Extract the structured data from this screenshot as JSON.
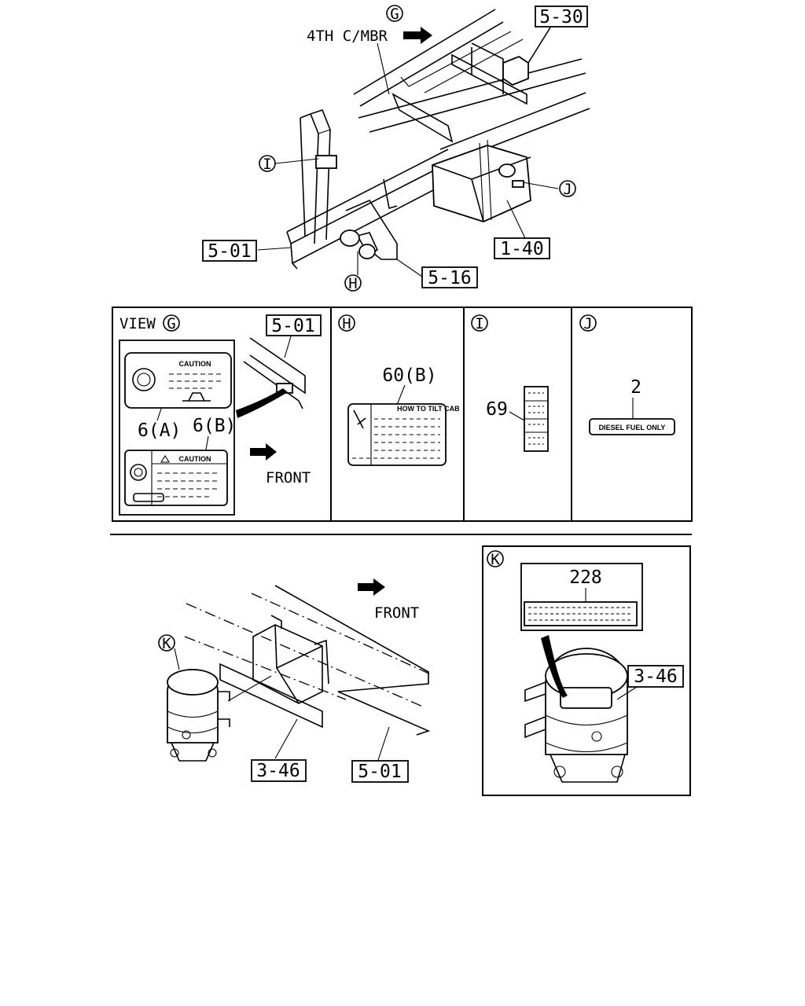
{
  "callouts": {
    "view_g_marker": "G",
    "member_label": "4TH C/MBR",
    "ref_5_30": "5-30",
    "marker_i": "I",
    "marker_j": "J",
    "ref_5_01_top": "5-01",
    "ref_1_40": "1-40",
    "marker_h": "H",
    "ref_5_16": "5-16"
  },
  "panels": {
    "view_g": {
      "title": "VIEW",
      "marker": "G",
      "ref": "5-01",
      "caution_a": "CAUTION",
      "caution_b": "CAUTION",
      "part_a": "6(A)",
      "part_b": "6(B)",
      "front": "FRONT"
    },
    "view_h": {
      "marker": "H",
      "part": "60(B)",
      "label_text": "HOW TO TILT CAB"
    },
    "view_i": {
      "marker": "I",
      "part": "69"
    },
    "view_j": {
      "marker": "J",
      "part": "2",
      "label_text": "DIESEL FUEL ONLY"
    }
  },
  "bottom": {
    "front": "FRONT",
    "marker_k": "K",
    "ref_3_46": "3-46",
    "ref_5_01": "5-01"
  },
  "detail_k": {
    "marker": "K",
    "part": "228",
    "ref_3_46": "3-46"
  }
}
